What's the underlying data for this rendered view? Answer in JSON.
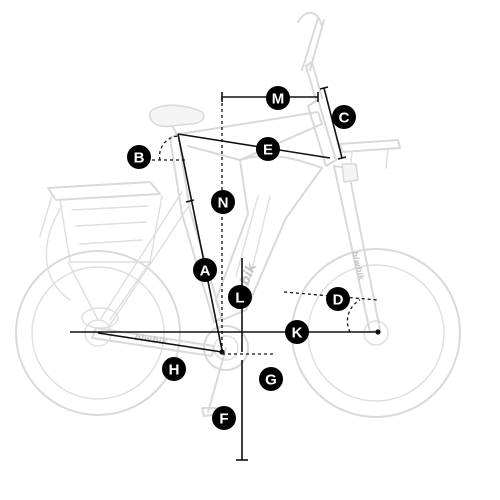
{
  "brand_labels": {
    "down_tube": "biwbik",
    "chainstay": "biwbik",
    "fork": "biwbik"
  },
  "markers": {
    "a": "A",
    "b": "B",
    "c": "C",
    "d": "D",
    "e": "E",
    "f": "F",
    "g": "G",
    "h": "H",
    "k": "K",
    "l": "L",
    "m": "M",
    "n": "N"
  },
  "colors": {
    "marker_fill": "#000000",
    "marker_text": "#ffffff",
    "dimension_line": "#111111",
    "bike_outline": "#d9d9d9"
  }
}
